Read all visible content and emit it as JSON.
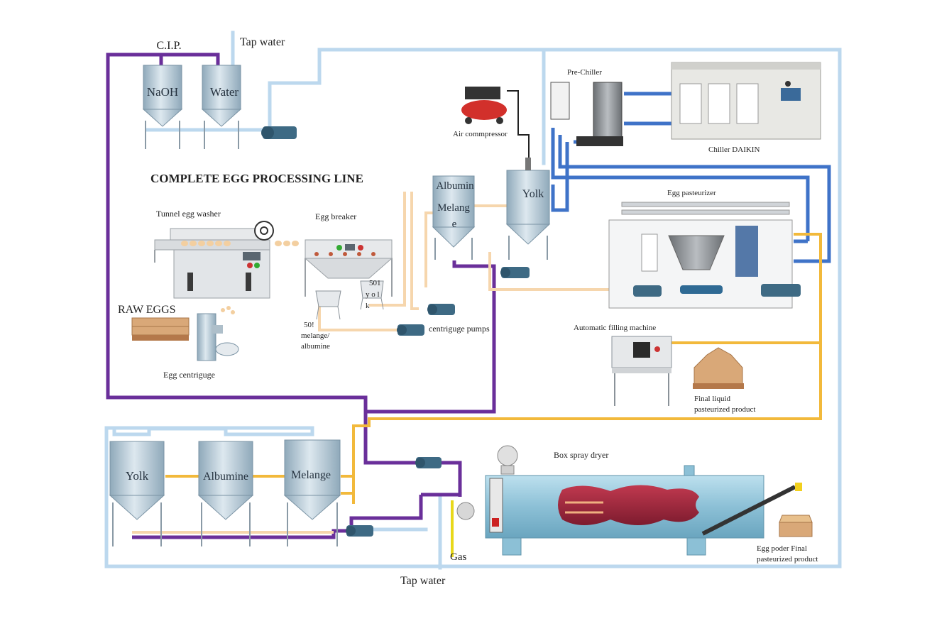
{
  "title": "COMPLETE EGG PROCESSING LINE",
  "labels": {
    "cip": "C.I.P.",
    "tap_water_top": "Tap water",
    "tap_water_bottom": "Tap water",
    "air_compressor": "Air commpressor",
    "pre_chiller": "Pre-Chiller",
    "chiller": "Chiller DAIKIN",
    "tunnel_washer": "Tunnel egg washer",
    "egg_breaker": "Egg breaker",
    "raw_eggs": "RAW EGGS",
    "egg_centrifuge": "Egg centriguge",
    "melange_albumine": [
      "50!",
      "melange/",
      "albumine"
    ],
    "yolk_container": [
      "501",
      "y o l",
      "k"
    ],
    "centrifuge_pumps": "centriguge pumps",
    "egg_pasteurizer": "Egg pasteurizer",
    "filling_machine": "Automatic filling machine",
    "final_liquid": [
      "Final liquid",
      "pasteurized product"
    ],
    "box_spray_dryer": "Box spray dryer",
    "egg_powder": [
      "Egg poder  Final",
      "pasteurized product"
    ],
    "gas": "Gas"
  },
  "tanks": {
    "naoh": "NaOH",
    "water": "Water",
    "albumin_top": "Albumin",
    "melange_top": [
      "Melang",
      "e"
    ],
    "yolk_top": "Yolk",
    "yolk_bottom": "Yolk",
    "albumine_bottom": "Albumine",
    "melange_bottom": "Melange"
  },
  "colors": {
    "cip_line": "#6a2f9a",
    "water_line": "#bcd8ee",
    "product_line": "#f2b93b",
    "light_product_line": "#f6d6ad",
    "chilled_line": "#3f73c8",
    "tank_body": "#b9ccd8",
    "dryer_body": "#8fc1d6",
    "flame": "#9a2237"
  }
}
